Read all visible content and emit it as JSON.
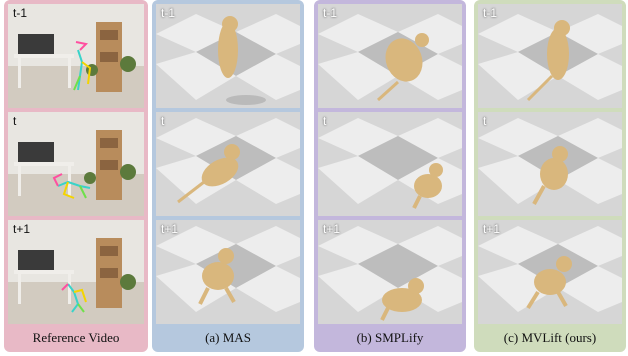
{
  "columns": [
    {
      "caption": "Reference Video"
    },
    {
      "caption": "(a) MAS"
    },
    {
      "caption": "(b) SMPLify"
    },
    {
      "caption": "(c) MVLift (ours)"
    }
  ],
  "frames": [
    "t-1",
    "t",
    "t+1"
  ],
  "colors": {
    "reference": "#e8b9c6",
    "mas": "#b5c8de",
    "smplify": "#c3b7dc",
    "mvlift": "#cfdcbc",
    "lion": "#d9b77d"
  }
}
